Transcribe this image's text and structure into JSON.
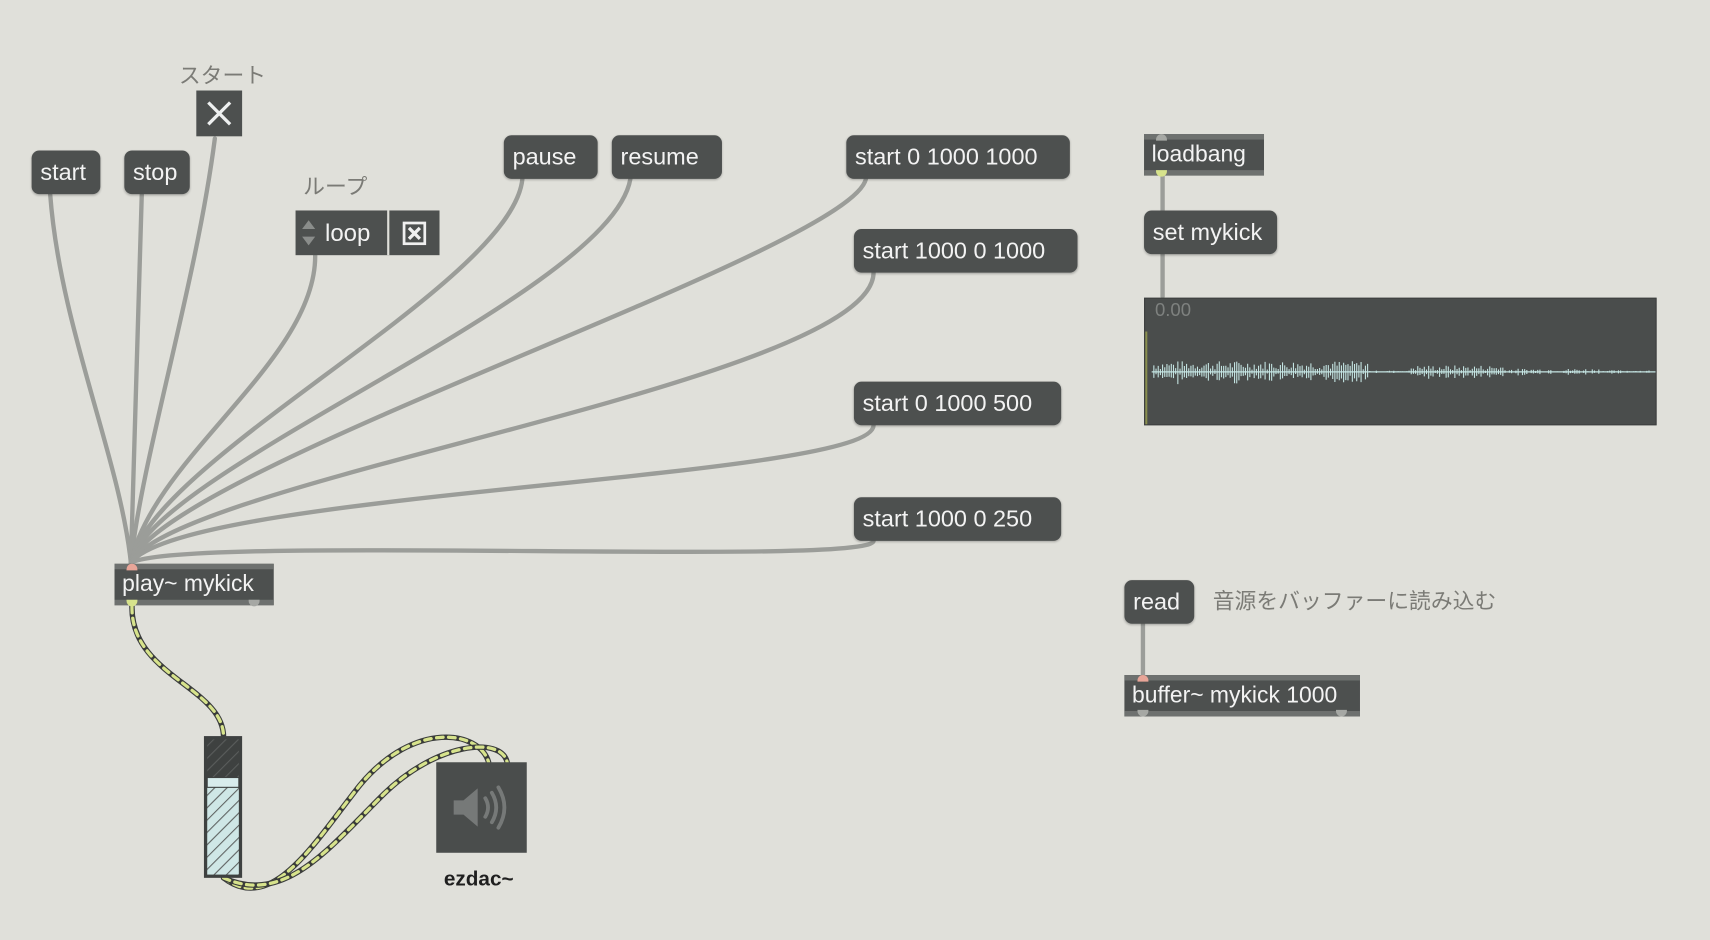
{
  "comments": {
    "start_label": "スタート",
    "loop_label": "ループ",
    "buffer_comment": "音源をバッファーに読み込む"
  },
  "messages": {
    "start": "start",
    "stop": "stop",
    "pause": "pause",
    "resume": "resume",
    "start_0_1000_1000": "start 0 1000 1000",
    "start_1000_0_1000": "start 1000 0 1000",
    "start_0_1000_500": "start 0 1000 500",
    "start_1000_0_250": "start 1000 0 250",
    "set_mykick": "set mykick",
    "read": "read"
  },
  "objects": {
    "loadbang": "loadbang",
    "play": "play~ mykick",
    "buffer": "buffer~ mykick 1000",
    "ezdac": "ezdac~"
  },
  "attrui": {
    "name": "loop",
    "checked": true
  },
  "toggle": {
    "checked": true
  },
  "waveform": {
    "readout": "0.00"
  },
  "gain": {
    "level": 0.67
  },
  "colors": {
    "canvas": "#e0e0da",
    "object_fill": "#4d504f",
    "text": "#f3f3f3",
    "patch_cord": "#9b9d99",
    "signal_cord": "#d7e38c",
    "comment": "#7b7b76",
    "waveform": "#c4e4e2"
  },
  "icons": {
    "toggle": "x-mark-icon",
    "loop_checkbox": "x-checkbox-icon",
    "loop_spinner": "up-down-arrows-icon",
    "dac": "speaker-icon"
  }
}
